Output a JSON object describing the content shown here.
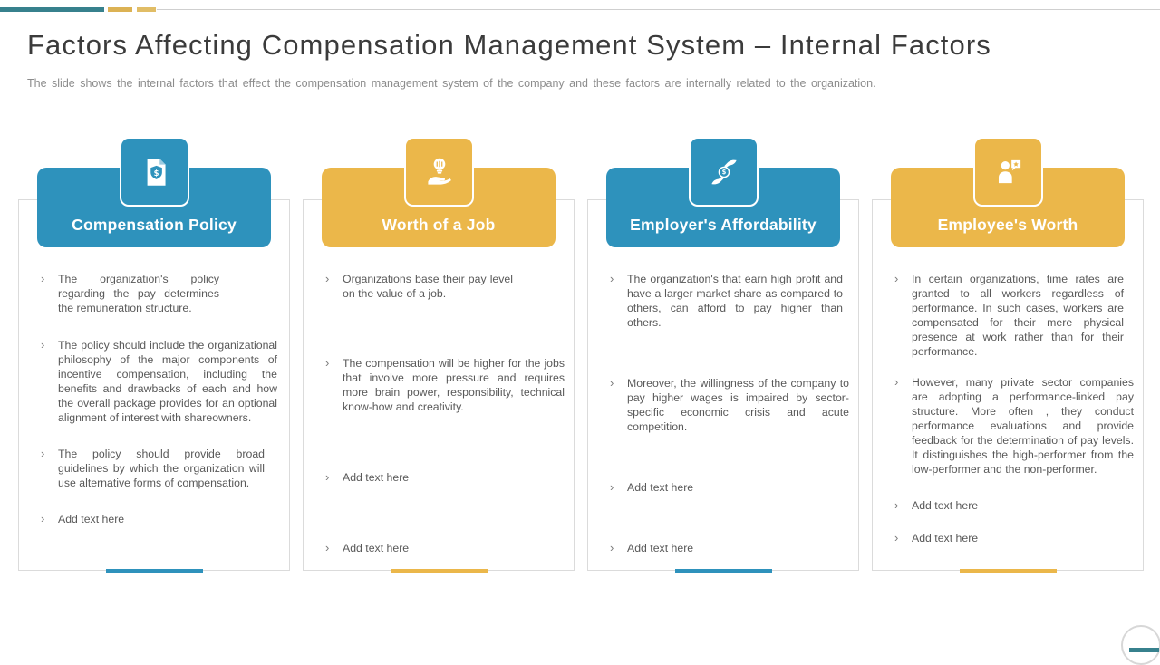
{
  "slide": {
    "title": "Factors Affecting Compensation Management System – Internal Factors",
    "subtitle": "The slide shows the internal factors that effect the compensation management system of the company and these factors are internally related to the organization."
  },
  "colors": {
    "teal_accent": "#37818D",
    "gold_accent": "#DCB254",
    "blue": "#2E92BC",
    "yellow": "#EBB74A",
    "body_text": "#595959",
    "title_text": "#3B3B3B",
    "subtitle_text": "#8C8C8C",
    "card_border": "#DBDBDB"
  },
  "columns": [
    {
      "title": "Compensation Policy",
      "accent": "blue",
      "icon": "shield-document-icon",
      "bullets": [
        "The organization's policy regarding the pay determines the remuneration structure.",
        "The policy should include the organizational philosophy of the major components of incentive compensation, including the benefits and drawbacks of each and how the overall package provides for an optional alignment of interest with shareowners.",
        "The policy should provide broad guidelines by which the organization will use alternative forms of compensation.",
        "Add text here"
      ]
    },
    {
      "title": "Worth of a Job",
      "accent": "yellow",
      "icon": "idea-hand-icon",
      "bullets": [
        "Organizations base their pay level on the value of a job.",
        "The compensation will be higher for the jobs that involve more pressure and requires more brain power, responsibility, technical know-how and creativity.",
        "Add text here",
        "Add text here"
      ]
    },
    {
      "title": "Employer's Affordability",
      "accent": "blue",
      "icon": "hands-dollar-icon",
      "bullets": [
        "The organization's that earn high profit and have a larger market share as compared to others, can afford to pay higher than others.",
        "Moreover, the willingness of the company to pay higher wages is impaired by sector-specific economic crisis and acute competition.",
        "Add text here",
        "Add text here"
      ]
    },
    {
      "title": "Employee's Worth",
      "accent": "yellow",
      "icon": "employee-feedback-icon",
      "bullets": [
        "In certain organizations, time rates are granted to all workers regardless of performance. In such cases, workers are compensated for their mere physical presence at work rather than for their performance.",
        "However, many private sector companies are adopting a performance-linked pay structure. More often , they conduct performance evaluations and provide feedback for the determination of pay levels. It distinguishes the high-performer from the low-performer and the non-performer.",
        "Add text here",
        "Add text here"
      ]
    }
  ]
}
